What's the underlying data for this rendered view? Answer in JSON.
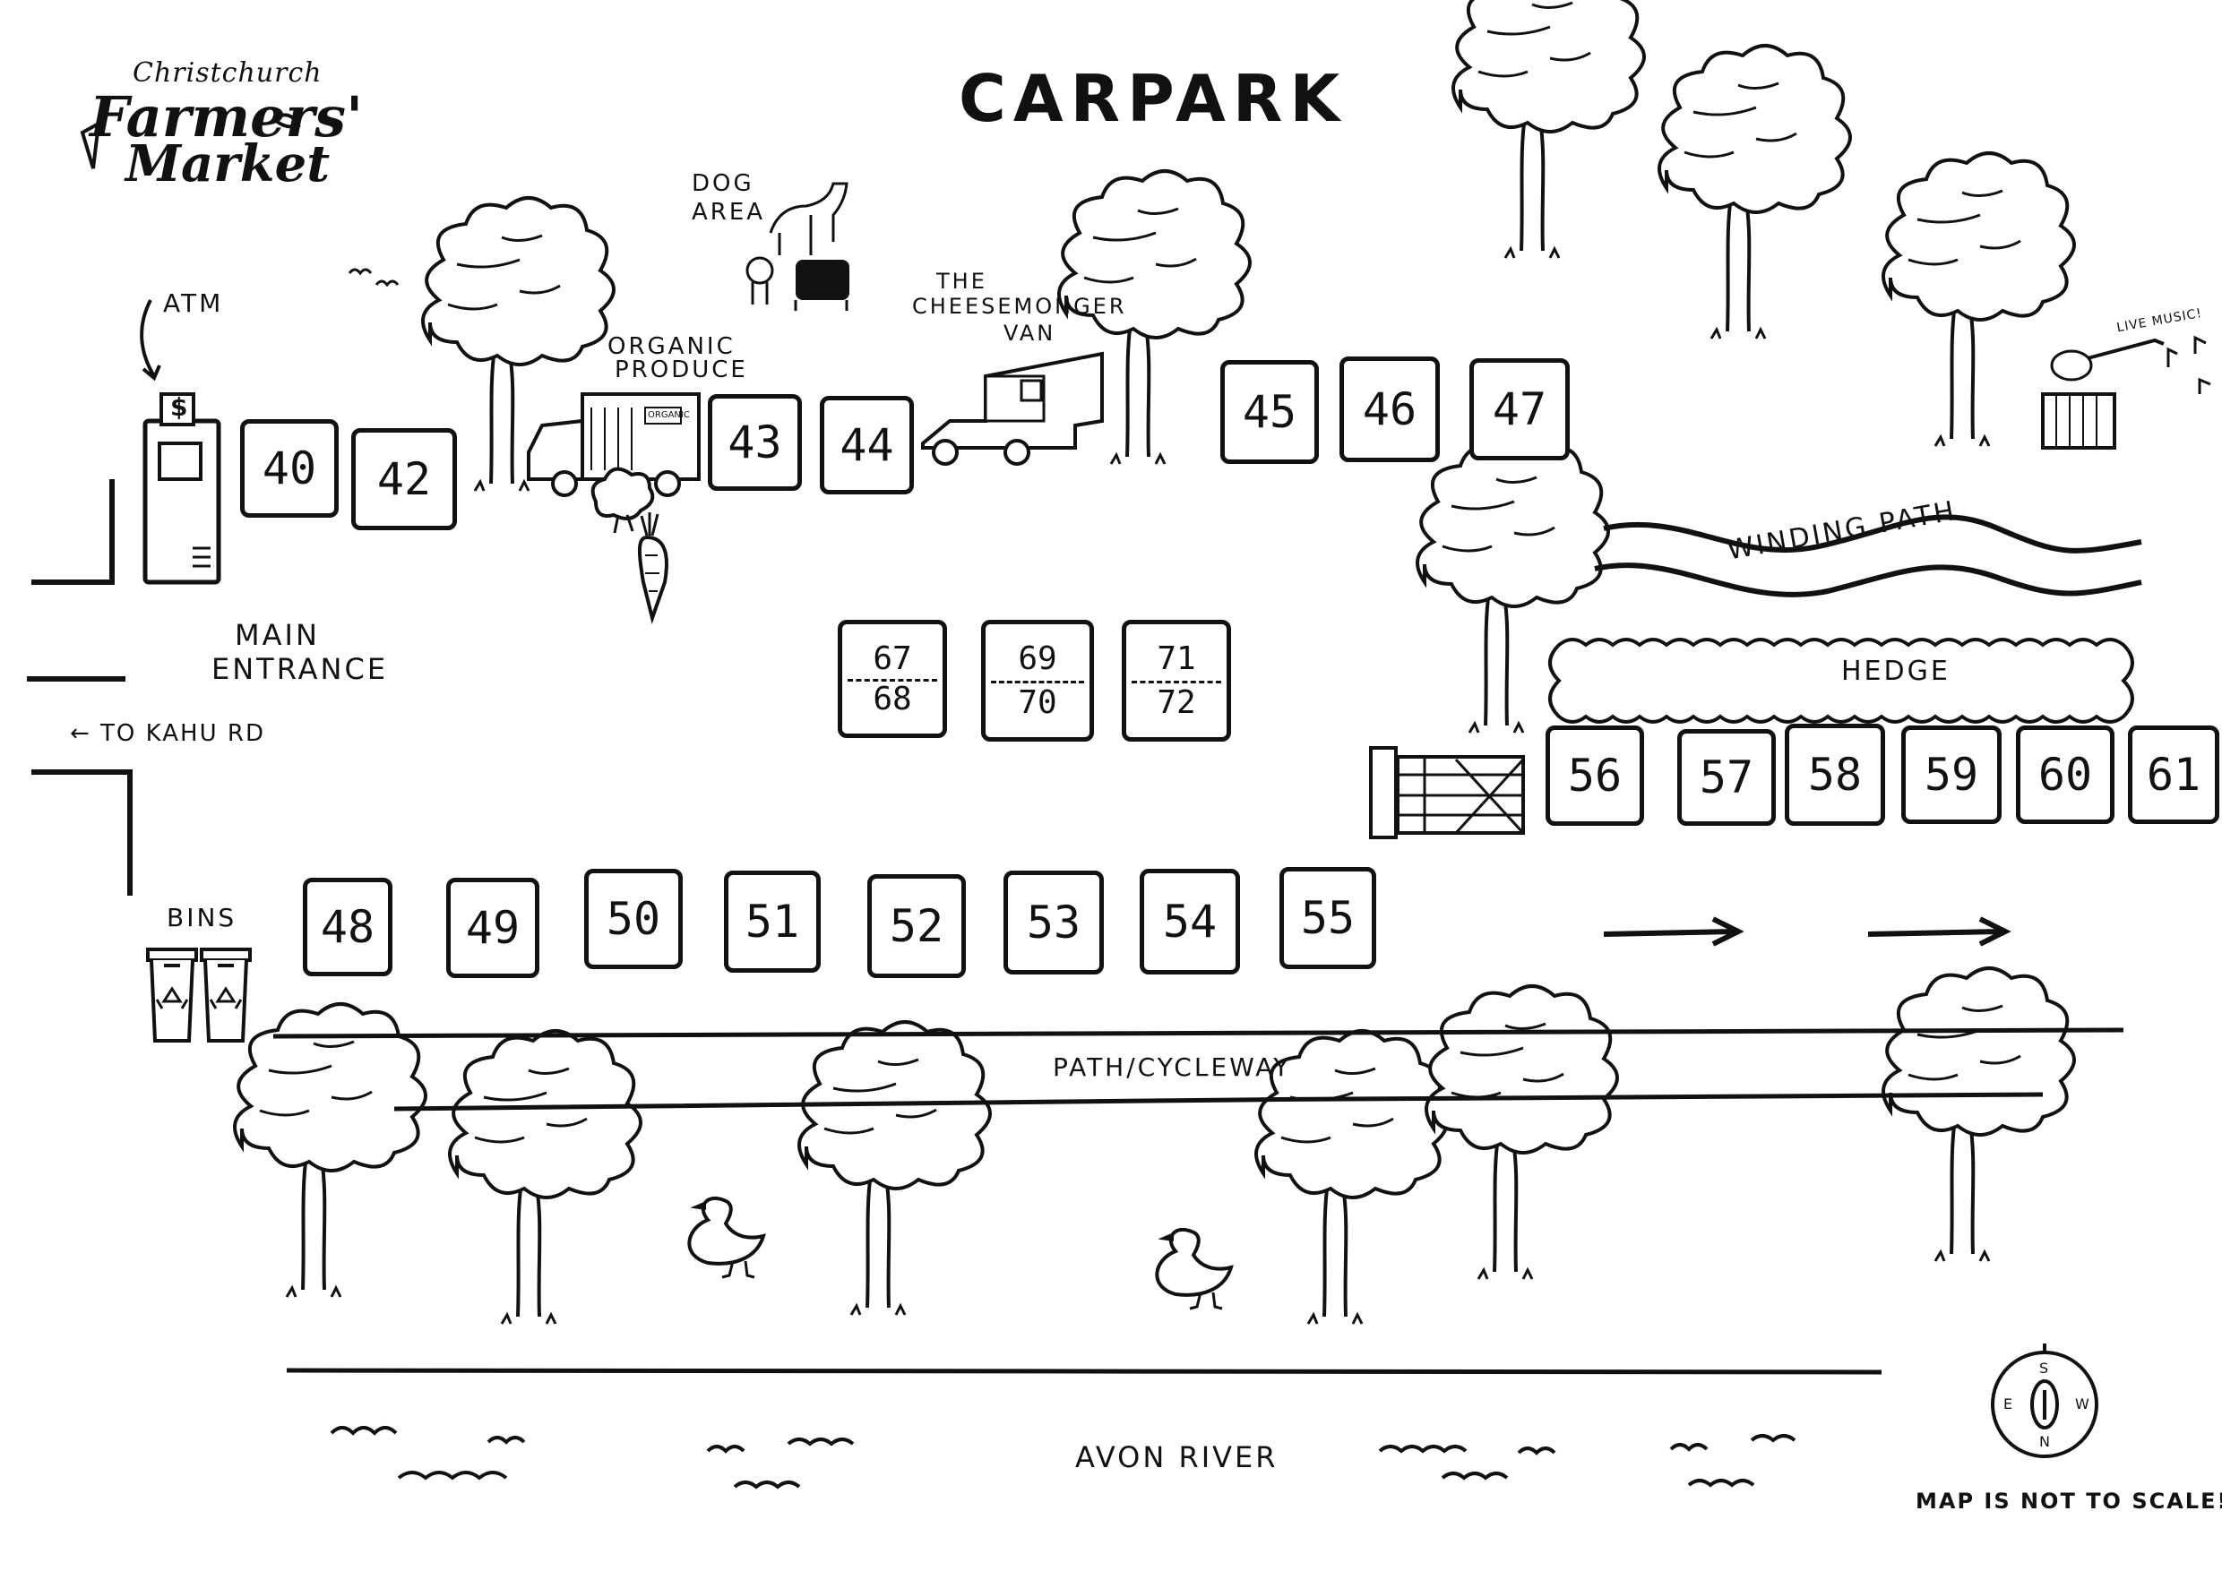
{
  "logo": {
    "line1": "Christchurch",
    "line2": "Farmers'",
    "line3": "Market"
  },
  "labels": {
    "carpark": "CARPARK",
    "atm": "ATM",
    "dog_area_1": "DOG",
    "dog_area_2": "AREA",
    "organic_1": "ORGANIC",
    "organic_2": "PRODUCE",
    "cheese_1": "THE",
    "cheese_2": "CHEESEMONGER",
    "cheese_3": "VAN",
    "main_1": "MAIN",
    "main_2": "ENTRANCE",
    "kahu": "← TO KAHU RD",
    "bins": "BINS",
    "winding": "WINDING PATH",
    "hedge": "HEDGE",
    "live_music": "LIVE MUSIC!",
    "path": "PATH/CYCLEWAY",
    "river": "AVON RIVER",
    "scale_note": "MAP IS NOT TO SCALE!",
    "organic_sign": "ORGANIC"
  },
  "atm_symbol": "$",
  "compass": {
    "s": "S",
    "e": "E",
    "w": "W",
    "n": "N"
  },
  "stalls": {
    "s40": "40",
    "s42": "42",
    "s43": "43",
    "s44": "44",
    "s45": "45",
    "s46": "46",
    "s47": "47",
    "s48": "48",
    "s49": "49",
    "s50": "50",
    "s51": "51",
    "s52": "52",
    "s53": "53",
    "s54": "54",
    "s55": "55",
    "s56": "56",
    "s57": "57",
    "s58": "58",
    "s59": "59",
    "s60": "60",
    "s61": "61"
  },
  "split_stalls": {
    "a1": "67",
    "b1": "68",
    "a2": "69",
    "b2": "70",
    "a3": "71",
    "b3": "72"
  },
  "icons": [
    "atm-icon",
    "tree-icon",
    "van-icon",
    "ute-icon",
    "dog-icon",
    "carrot-icon",
    "broccoli-icon",
    "bin-icon",
    "recycle-icon",
    "gate-icon",
    "guitar-icon",
    "accordion-icon",
    "music-note-icon",
    "duck-icon",
    "bird-icon",
    "compass-icon",
    "arrow-icon",
    "water-wave-icon"
  ],
  "colors": {
    "ink": "#111111",
    "paper": "#ffffff"
  }
}
